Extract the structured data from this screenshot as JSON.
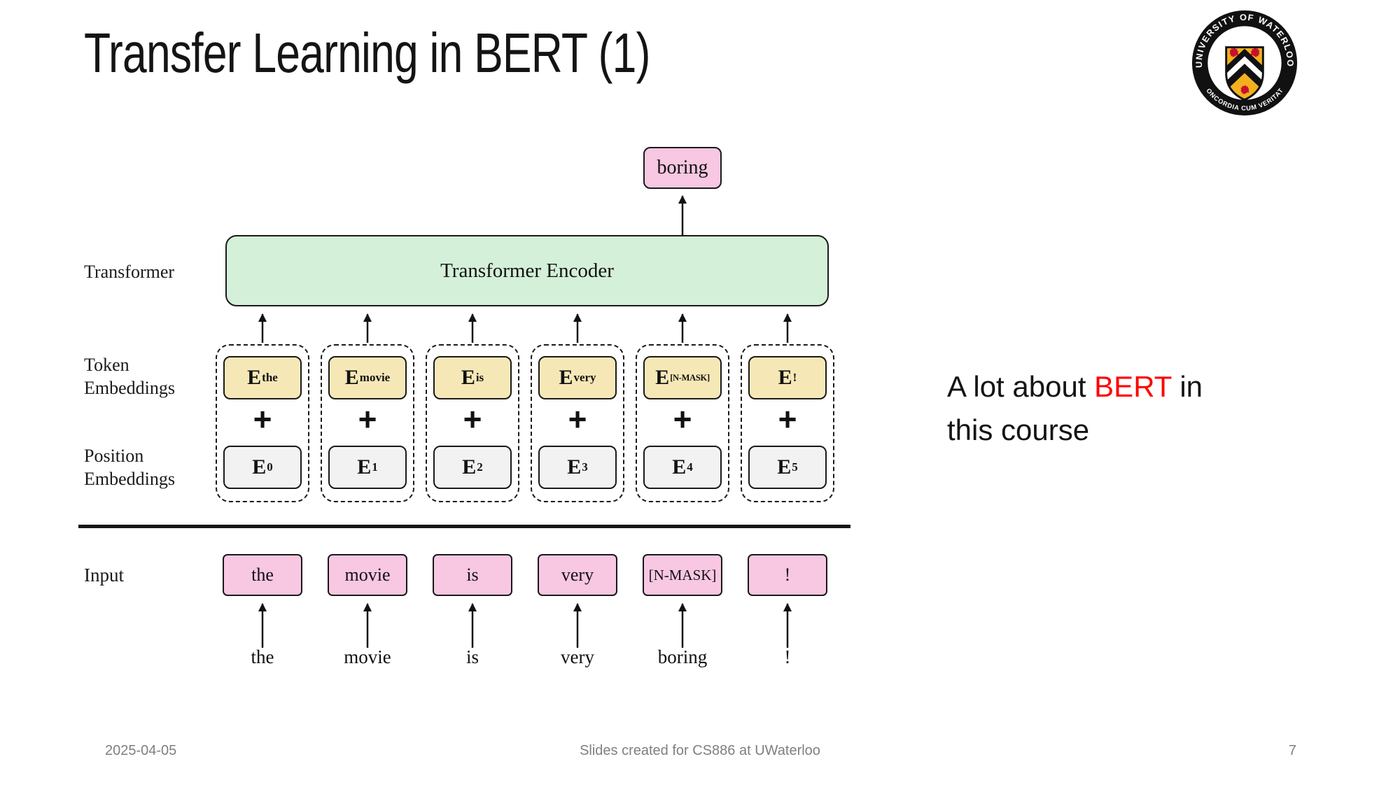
{
  "title": "Transfer Learning in BERT (1)",
  "colors": {
    "pink": "#f8c7e2",
    "green": "#d4f0d8",
    "yellow": "#f6e8b6",
    "graybox": "#f2f2f2",
    "line": "#1a1a1a",
    "red": "#ff0000",
    "footer": "#7f7f7f",
    "logo_gold": "#f2b01e",
    "logo_red": "#c8102e"
  },
  "logo": {
    "top_text": "UNIVERSITY OF WATERLOO",
    "bottom_text": "CONCORDIA CUM VERITATE"
  },
  "diagram": {
    "output_token": "boring",
    "encoder_label": "Transformer Encoder",
    "labels": {
      "transformer": "Transformer",
      "token_line1": "Token",
      "token_line2": "Embeddings",
      "position_line1": "Position",
      "position_line2": "Embeddings",
      "input": "Input"
    },
    "plus": "+",
    "embedding_prefix": "E",
    "token_subs": [
      "the",
      "movie",
      "is",
      "very",
      "[N-MASK]",
      "!"
    ],
    "position_subs": [
      "0",
      "1",
      "2",
      "3",
      "4",
      "5"
    ],
    "input_tokens": [
      "the",
      "movie",
      "is",
      "very",
      "[N-MASK]",
      "!"
    ],
    "source_words": [
      "the",
      "movie",
      "is",
      "very",
      "boring",
      "!"
    ]
  },
  "annotation": {
    "pre": "A lot about ",
    "highlight": "BERT",
    "post": " in",
    "line2": "this course"
  },
  "footer": {
    "date": "2025-04-05",
    "center": "Slides created for CS886 at UWaterloo",
    "page": "7"
  }
}
